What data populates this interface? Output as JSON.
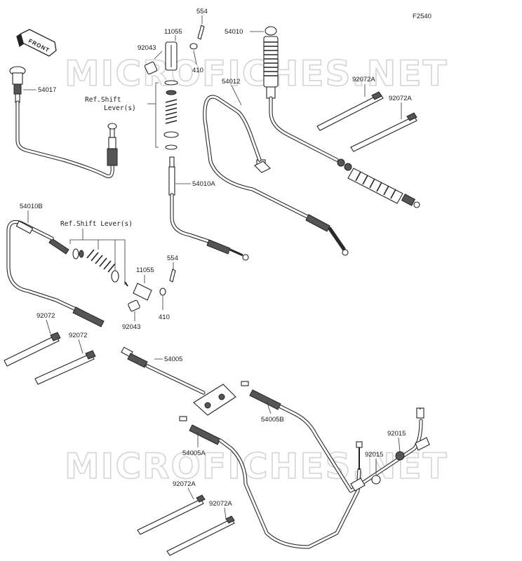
{
  "figure_code": "F2540",
  "watermark": "MICROFICHES.NET",
  "front_arrow": "FRONT",
  "icons": [
    "front-arrow-icon"
  ],
  "callouts": {
    "c554_top": "554",
    "c11055_top": "11055",
    "c92043_top": "92043",
    "c410_top": "410",
    "c54010": "54010",
    "c54017": "54017",
    "c54012": "54012",
    "c92072A_a": "92072A",
    "c92072A_b": "92072A",
    "c54010A": "54010A",
    "c54010B": "54010B",
    "c554_mid": "554",
    "c11055_mid": "11055",
    "c92043_mid": "92043",
    "c410_mid": "410",
    "c92072_a": "92072",
    "c92072_b": "92072",
    "c54005": "54005",
    "c54005B": "54005B",
    "c54005A": "54005A",
    "c92015_a": "92015",
    "c92015_b": "92015",
    "c92072A_c": "92072A",
    "c92072A_d": "92072A"
  },
  "ref_top": [
    "Ref.Shift",
    "Lever(s)"
  ],
  "ref_mid": "Ref.Shift Lever(s)"
}
